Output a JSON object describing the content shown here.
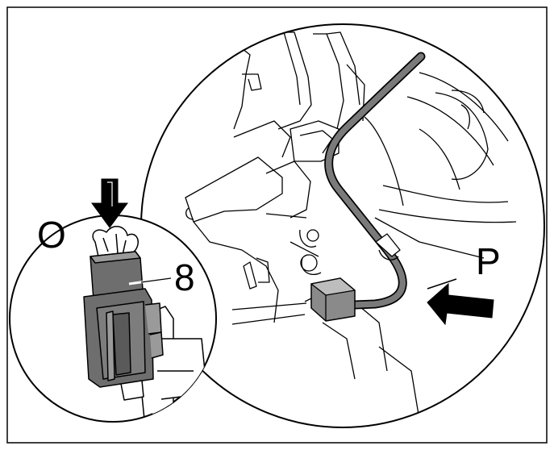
{
  "labels": {
    "o": "O",
    "p": "P",
    "part_number": "8"
  },
  "colors": {
    "line": "#000000",
    "connector_fill": "#6e6e6e",
    "connector_light": "#9a9a9a",
    "cable_fill": "#7a7a7a",
    "background": "#ffffff"
  },
  "icons": {
    "press_arrow_o": "arrow-down-icon",
    "push_arrow_p": "arrow-left-icon"
  }
}
